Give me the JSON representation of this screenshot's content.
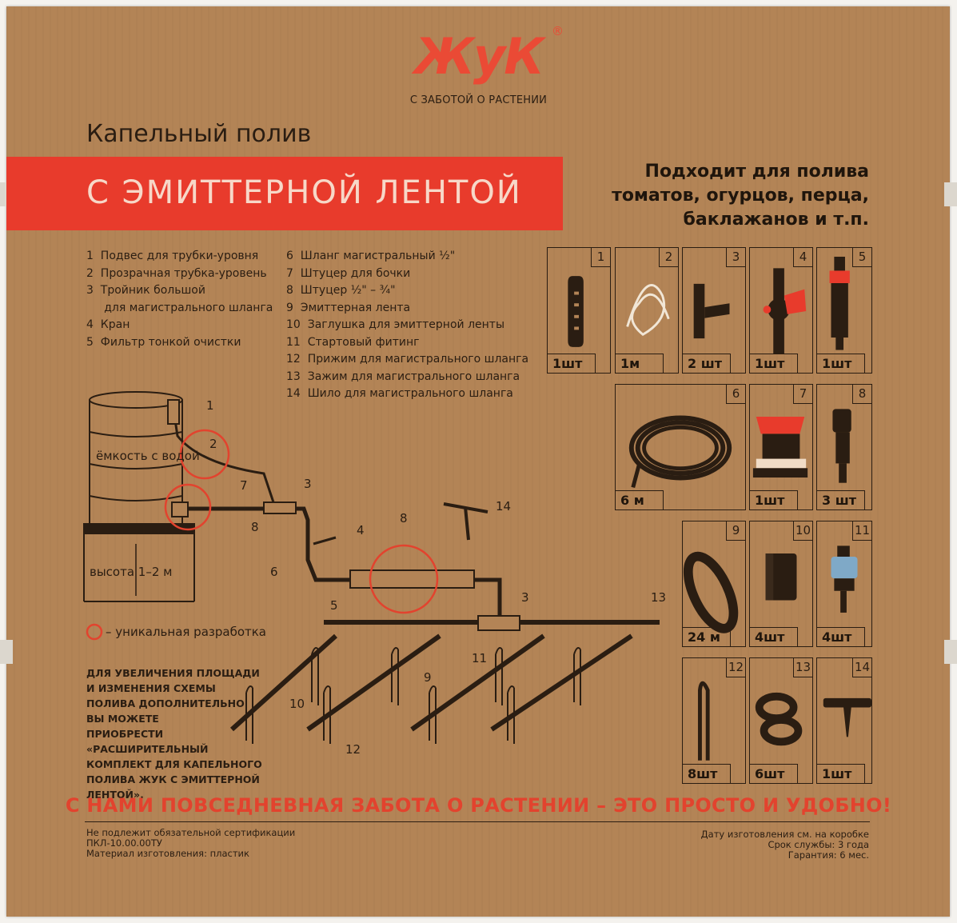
{
  "brand": {
    "logo": "ЖуК",
    "registered": "®",
    "tagline": "С ЗАБОТОЙ О РАСТЕНИИ"
  },
  "title": "Капельный полив",
  "banner": "С ЭМИТТЕРНОЙ ЛЕНТОЙ",
  "suits": [
    "Подходит для полива",
    "томатов, огурцов, перца,",
    "баклажанов и т.п."
  ],
  "parts_left": [
    "1  Подвес для трубки-уровня",
    "2  Прозрачная трубка-уровень",
    "3  Тройник большой",
    "     для магистрального шланга",
    "4  Кран",
    "5  Фильтр тонкой очистки"
  ],
  "parts_right": [
    "6  Шланг магистральный ½\"",
    "7  Штуцер для бочки",
    "8  Штуцер ½\" – ¾\"",
    "9  Эмиттерная лента",
    "10  Заглушка для эмиттерной ленты",
    "11  Стартовый фитинг",
    "12  Прижим для магистрального шланга",
    "13  Зажим для магистрального шланга",
    "14  Шило для магистрального шланга"
  ],
  "items": [
    {
      "num": "1",
      "qty": "1шт",
      "icon": "hanger-icon"
    },
    {
      "num": "2",
      "qty": "1м",
      "icon": "tube-icon"
    },
    {
      "num": "3",
      "qty": "2 шт",
      "icon": "tee-icon"
    },
    {
      "num": "4",
      "qty": "1шт",
      "icon": "valve-icon"
    },
    {
      "num": "5",
      "qty": "1шт",
      "icon": "filter-icon"
    },
    {
      "num": "6",
      "qty": "6 м",
      "icon": "hose-coil-icon"
    },
    {
      "num": "7",
      "qty": "1шт",
      "icon": "barrel-fitting-icon"
    },
    {
      "num": "8",
      "qty": "3 шт",
      "icon": "adapter-icon"
    },
    {
      "num": "9",
      "qty": "24 м",
      "icon": "tape-roll-icon"
    },
    {
      "num": "10",
      "qty": "4шт",
      "icon": "end-cap-icon"
    },
    {
      "num": "11",
      "qty": "4шт",
      "icon": "start-fitting-icon"
    },
    {
      "num": "12",
      "qty": "8шт",
      "icon": "stake-icon"
    },
    {
      "num": "13",
      "qty": "6шт",
      "icon": "clamp-icon"
    },
    {
      "num": "14",
      "qty": "1шт",
      "icon": "awl-icon"
    }
  ],
  "diagram": {
    "tank_label": "ёмкость с водой",
    "height_label": "высота 1–2 м",
    "unique_label": "– уникальная разработка",
    "callouts": [
      "1",
      "2",
      "3",
      "4",
      "5",
      "6",
      "7",
      "8",
      "8",
      "3",
      "13",
      "14",
      "9",
      "10",
      "11",
      "12"
    ]
  },
  "note": [
    "Для увеличения площади",
    "и изменения схемы",
    "полива дополнительно",
    "вы можете",
    "приобрести",
    "«Расширительный",
    "комплект для капельного",
    "полива ЖУК с эмиттерной лентой»."
  ],
  "slogan": "С НАМИ ПОВСЕДНЕВНАЯ ЗАБОТА О РАСТЕНИИ – ЭТО ПРОСТО И УДОБНО!",
  "footer_left": [
    "Не подлежит обязательной сертификации",
    "ПКЛ-10.00.00ТУ",
    "Материал изготовления: пластик"
  ],
  "footer_right": [
    "Дату изготовления см. на коробке",
    "Срок службы: 3 года",
    "Гарантия: 6 мес."
  ],
  "colors": {
    "accent": "#e83b2c",
    "cardboard": "#b38456",
    "ink": "#2a1d12"
  }
}
